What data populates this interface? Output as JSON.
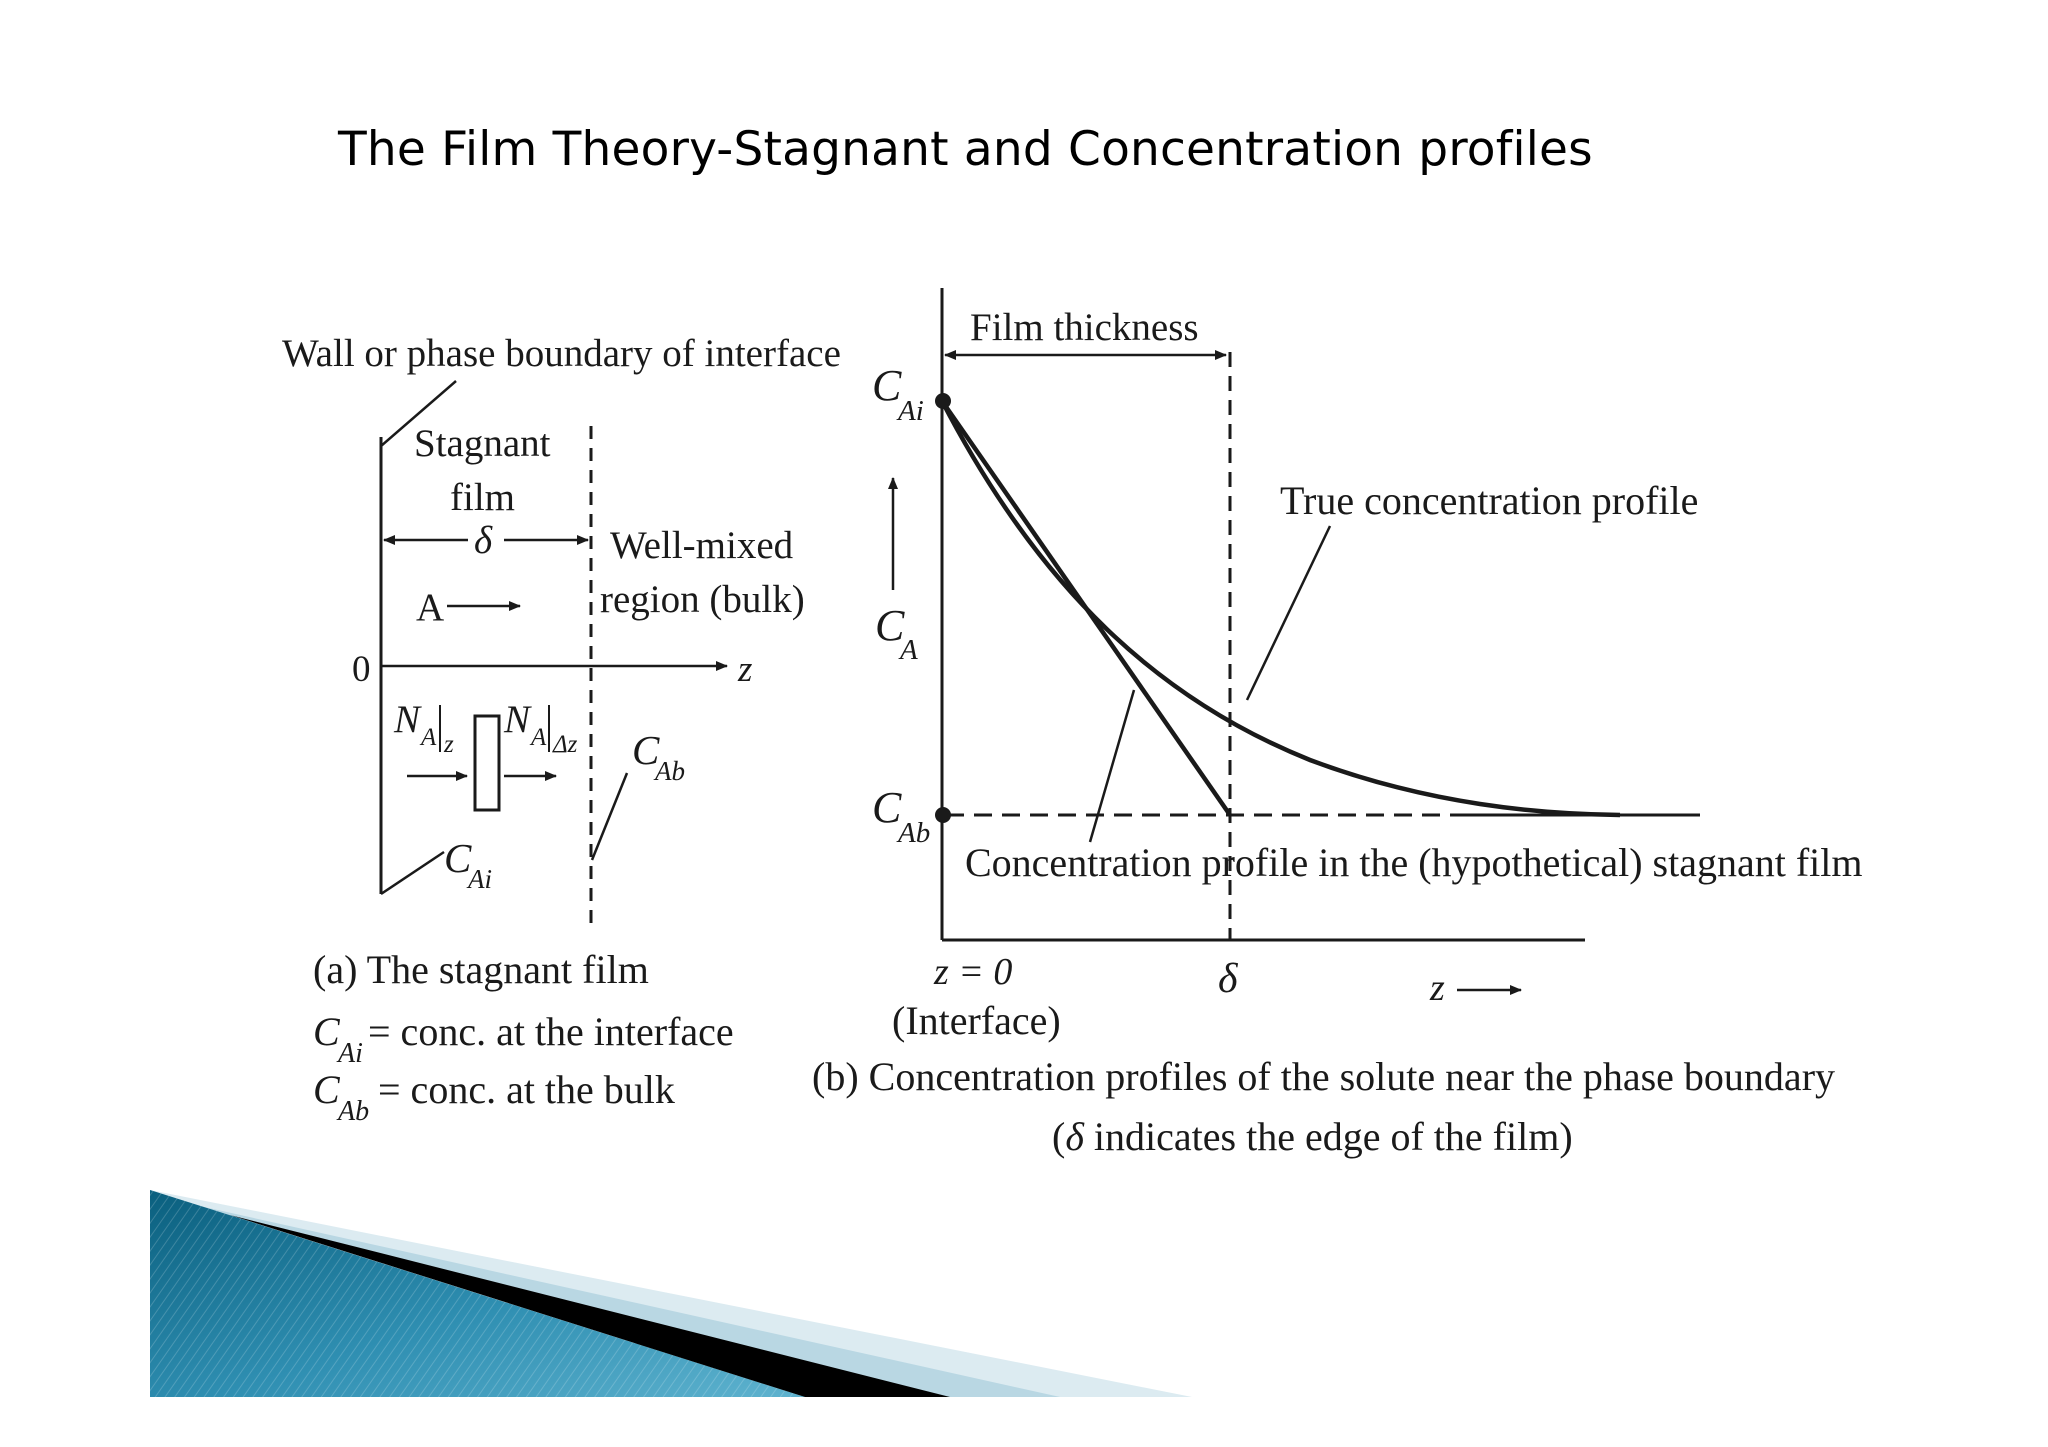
{
  "slide": {
    "title": "The Film Theory-Stagnant and Concentration profiles"
  },
  "panel_a": {
    "wall_label": "Wall or phase boundary of interface",
    "stagnant_line1": "Stagnant",
    "stagnant_line2": "film",
    "delta": "δ",
    "well_mixed_line1": "Well-mixed",
    "well_mixed_line2": "region (bulk)",
    "species": "A",
    "origin": "0",
    "z_axis": "z",
    "flux_sym": "N",
    "flux_sub1": "A",
    "flux_sub2": "z",
    "flux_sub3": "Δz",
    "cab_sym": "C",
    "cab_sub": "Ab",
    "cai_sym": "C",
    "cai_sub": "Ai",
    "caption": "(a) The stagnant film",
    "legend_cai_sym": "C",
    "legend_cai_sub": "Ai",
    "legend_cai_text": "= conc. at the interface",
    "legend_cab_sym": "C",
    "legend_cab_sub": "Ab",
    "legend_cab_text": "= conc. at the bulk"
  },
  "panel_b": {
    "film_thickness": "Film thickness",
    "y_cai_sym": "C",
    "y_cai_sub": "Ai",
    "y_ca_sym": "C",
    "y_ca_sub": "A",
    "y_cab_sym": "C",
    "y_cab_sub": "Ab",
    "true_profile": "True concentration profile",
    "hypo_profile": "Concentration profile in the (hypothetical) stagnant film",
    "x_zero": "z = 0",
    "x_interface": "(Interface)",
    "x_delta": "δ",
    "x_axis": "z",
    "caption_line1": "(b) Concentration profiles of the solute near the phase boundary",
    "caption_delta": "δ",
    "caption_line2": " indicates the edge of the film)",
    "caption_open": "("
  },
  "colors": {
    "ink": "#1a1a1a",
    "decor_teal_dark": "#0a5f7e",
    "decor_teal_light": "#5fb3cf",
    "decor_pale": "#cfe6ee"
  }
}
